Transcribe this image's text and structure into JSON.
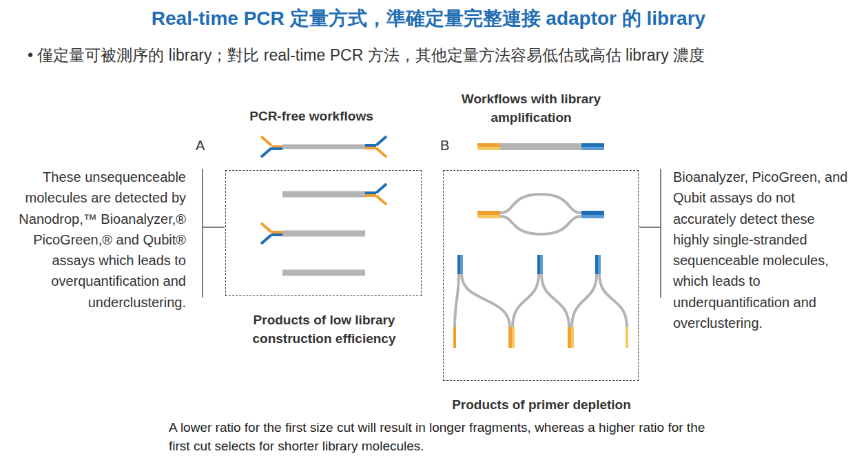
{
  "diagram": {
    "title": "Real-time PCR 定量方式，準確定量完整連接 adaptor 的 library",
    "caption": "A lower ratio for the first size cut will result in longer fragments, whereas a higher ratio for the first cut selects for shorter library molecules.",
    "nodes": [
      {
        "text": [
          "Products of low library construction efficiency"
        ]
      },
      {
        "text": [
          "Products of primer depletion"
        ]
      }
    ],
    "labels": [
      "• 僅定量可被測序的 library；對比 real-time PCR 方法，其他定量方法容易低估或高估 library 濃度",
      "PCR-free workflows",
      "A",
      "Workflows with library amplification",
      "B",
      "These unsequenceable molecules are detected by Nanodrop,™ Bioanalyzer,® PicoGreen,® and Qubit® assays which leads to overquantification and underclustering.",
      "Bioanalyzer, PicoGreen, and Qubit assays do not accurately detect these highly single-stranded sequenceable molecules, which leads to underquantification and overclustering."
    ]
  }
}
